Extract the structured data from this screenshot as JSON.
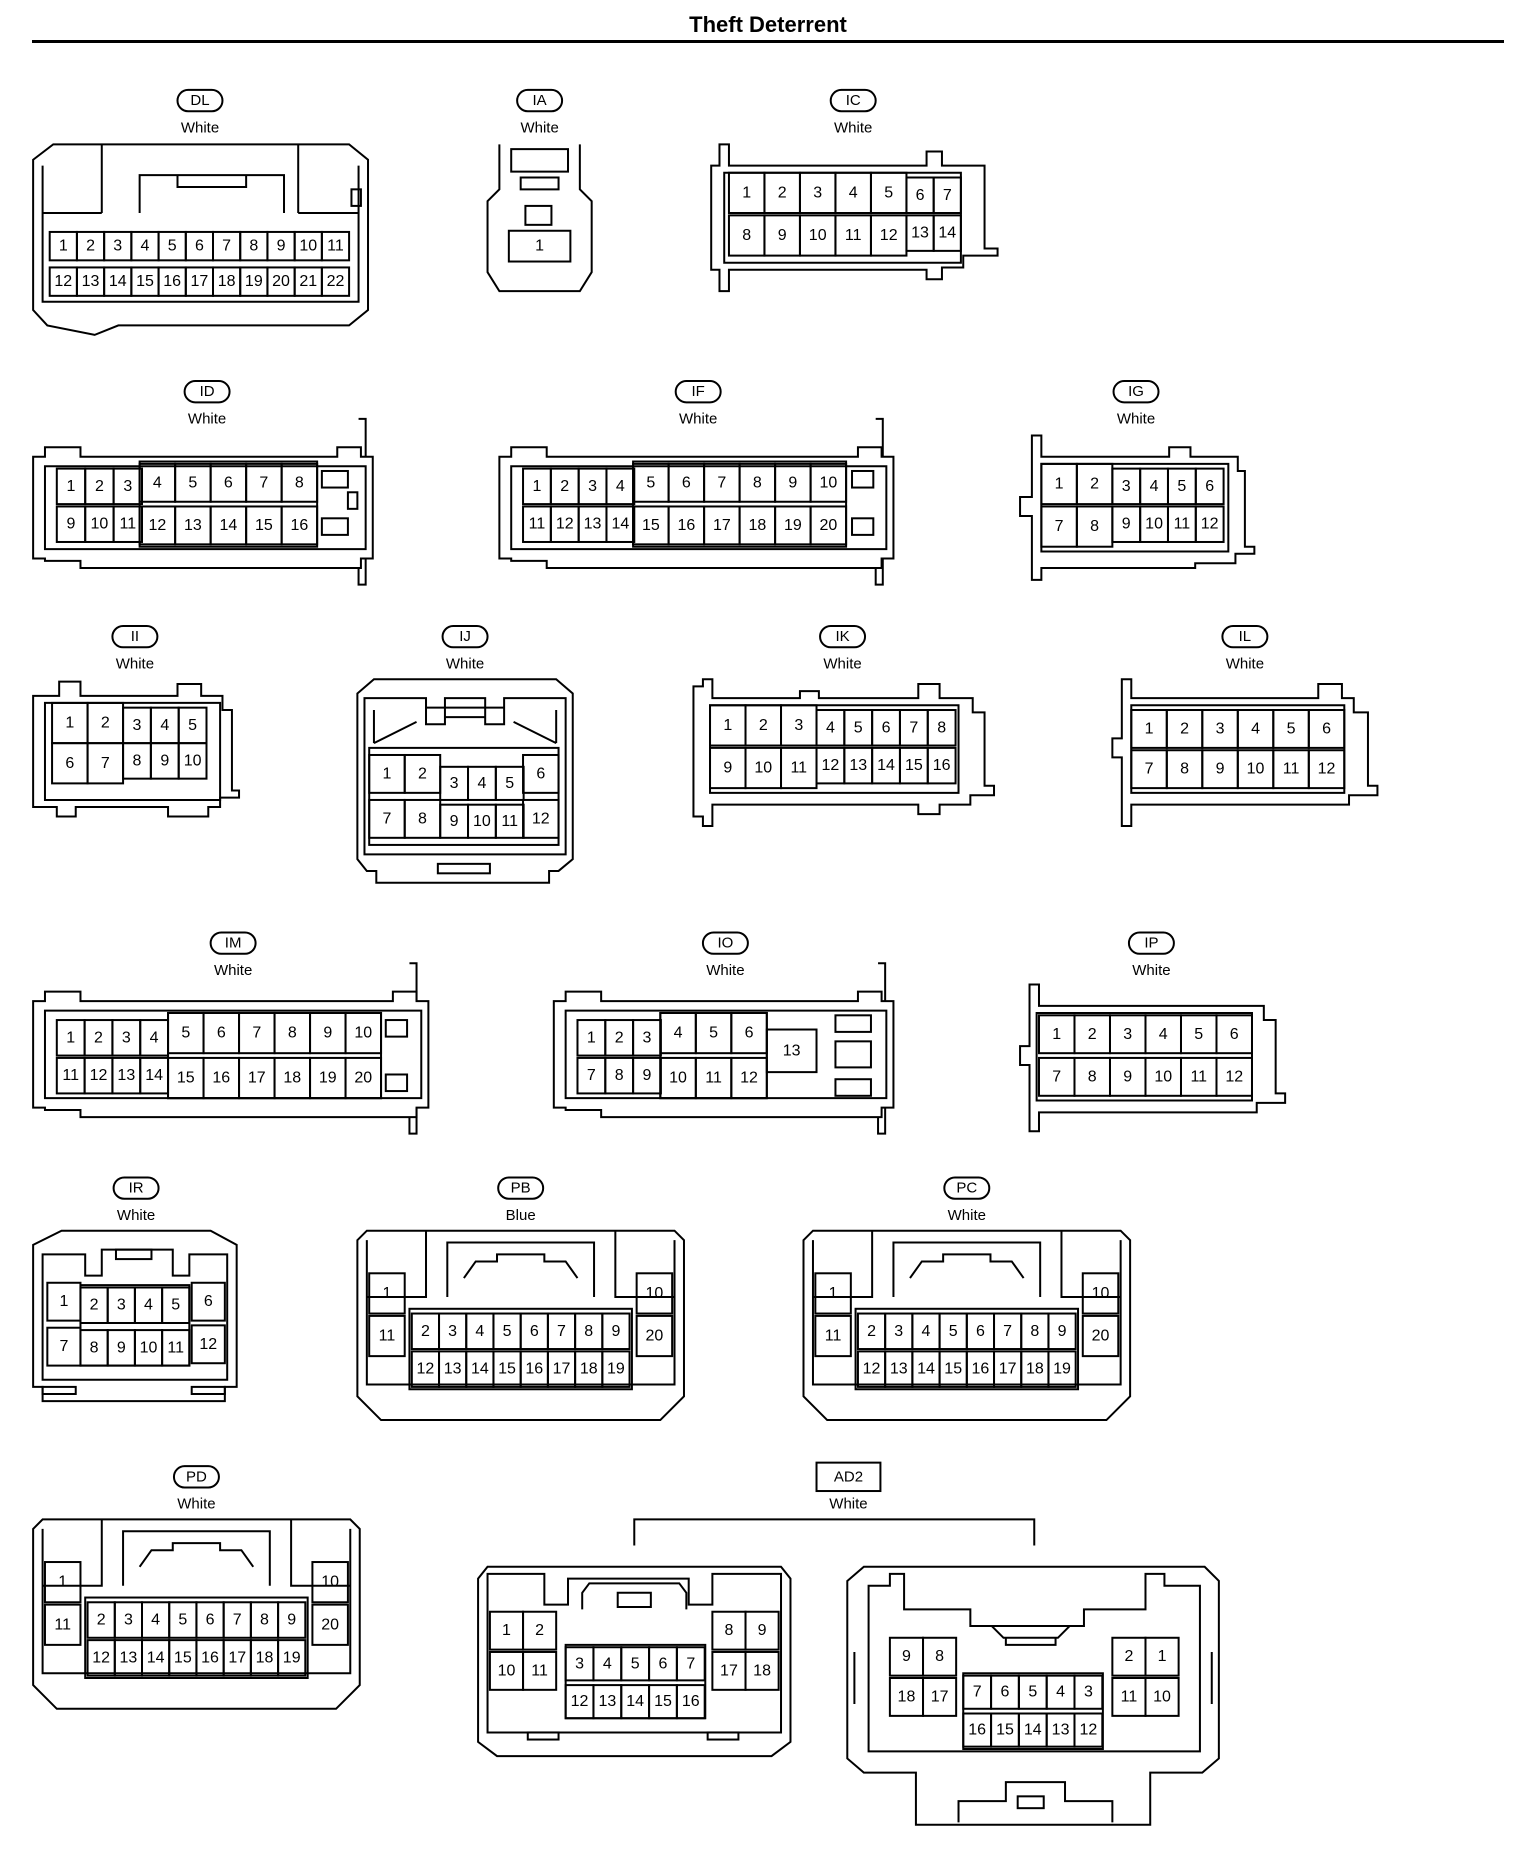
{
  "page": {
    "title": "Theft Deterrent"
  },
  "connectors": [
    {
      "id": "DL",
      "color": "White",
      "pins": [
        [
          "1",
          "2",
          "3",
          "4",
          "5",
          "6",
          "7",
          "8",
          "9",
          "10",
          "11"
        ],
        [
          "12",
          "13",
          "14",
          "15",
          "16",
          "17",
          "18",
          "19",
          "20",
          "21",
          "22"
        ]
      ]
    },
    {
      "id": "IA",
      "color": "White",
      "pins": [
        [
          "1"
        ]
      ]
    },
    {
      "id": "IC",
      "color": "White",
      "pins": [
        [
          "1",
          "2",
          "3",
          "4",
          "5",
          "6",
          "7"
        ],
        [
          "8",
          "9",
          "10",
          "11",
          "12",
          "13",
          "14"
        ]
      ]
    },
    {
      "id": "ID",
      "color": "White",
      "pins": [
        [
          "1",
          "2",
          "3",
          "4",
          "5",
          "6",
          "7",
          "8"
        ],
        [
          "9",
          "10",
          "11",
          "12",
          "13",
          "14",
          "15",
          "16"
        ]
      ]
    },
    {
      "id": "IF",
      "color": "White",
      "pins": [
        [
          "1",
          "2",
          "3",
          "4",
          "5",
          "6",
          "7",
          "8",
          "9",
          "10"
        ],
        [
          "11",
          "12",
          "13",
          "14",
          "15",
          "16",
          "17",
          "18",
          "19",
          "20"
        ]
      ]
    },
    {
      "id": "IG",
      "color": "White",
      "pins": [
        [
          "1",
          "2",
          "3",
          "4",
          "5",
          "6"
        ],
        [
          "7",
          "8",
          "9",
          "10",
          "11",
          "12"
        ]
      ]
    },
    {
      "id": "II",
      "color": "White",
      "pins": [
        [
          "1",
          "2",
          "3",
          "4",
          "5"
        ],
        [
          "6",
          "7",
          "8",
          "9",
          "10"
        ]
      ]
    },
    {
      "id": "IJ",
      "color": "White",
      "pins": [
        [
          "1",
          "2",
          "3",
          "4",
          "5",
          "6"
        ],
        [
          "7",
          "8",
          "9",
          "10",
          "11",
          "12"
        ]
      ]
    },
    {
      "id": "IK",
      "color": "White",
      "pins": [
        [
          "1",
          "2",
          "3",
          "4",
          "5",
          "6",
          "7",
          "8"
        ],
        [
          "9",
          "10",
          "11",
          "12",
          "13",
          "14",
          "15",
          "16"
        ]
      ]
    },
    {
      "id": "IL",
      "color": "White",
      "pins": [
        [
          "1",
          "2",
          "3",
          "4",
          "5",
          "6"
        ],
        [
          "7",
          "8",
          "9",
          "10",
          "11",
          "12"
        ]
      ]
    },
    {
      "id": "IM",
      "color": "White",
      "pins": [
        [
          "1",
          "2",
          "3",
          "4",
          "5",
          "6",
          "7",
          "8",
          "9",
          "10"
        ],
        [
          "11",
          "12",
          "13",
          "14",
          "15",
          "16",
          "17",
          "18",
          "19",
          "20"
        ]
      ]
    },
    {
      "id": "IO",
      "color": "White",
      "pins": [
        [
          "1",
          "2",
          "3",
          "4",
          "5",
          "6",
          "13"
        ],
        [
          "7",
          "8",
          "9",
          "10",
          "11",
          "12"
        ]
      ]
    },
    {
      "id": "IP",
      "color": "White",
      "pins": [
        [
          "1",
          "2",
          "3",
          "4",
          "5",
          "6"
        ],
        [
          "7",
          "8",
          "9",
          "10",
          "11",
          "12"
        ]
      ]
    },
    {
      "id": "IR",
      "color": "White",
      "pins": [
        [
          "1",
          "2",
          "3",
          "4",
          "5",
          "6"
        ],
        [
          "7",
          "8",
          "9",
          "10",
          "11",
          "12"
        ]
      ]
    },
    {
      "id": "PB",
      "color": "Blue",
      "pins": [
        [
          "1",
          "10",
          "11",
          "20"
        ],
        [
          "2",
          "3",
          "4",
          "5",
          "6",
          "7",
          "8",
          "9"
        ],
        [
          "12",
          "13",
          "14",
          "15",
          "16",
          "17",
          "18",
          "19"
        ]
      ]
    },
    {
      "id": "PC",
      "color": "White",
      "pins": [
        [
          "1",
          "10",
          "11",
          "20"
        ],
        [
          "2",
          "3",
          "4",
          "5",
          "6",
          "7",
          "8",
          "9"
        ],
        [
          "12",
          "13",
          "14",
          "15",
          "16",
          "17",
          "18",
          "19"
        ]
      ]
    },
    {
      "id": "PD",
      "color": "White",
      "pins": [
        [
          "1",
          "10",
          "11",
          "20"
        ],
        [
          "2",
          "3",
          "4",
          "5",
          "6",
          "7",
          "8",
          "9"
        ],
        [
          "12",
          "13",
          "14",
          "15",
          "16",
          "17",
          "18",
          "19"
        ]
      ]
    },
    {
      "id": "AD2",
      "color": "White",
      "pins": [
        [
          "1",
          "2",
          "8",
          "9",
          "10",
          "11",
          "17",
          "18",
          "3",
          "4",
          "5",
          "6",
          "7",
          "12",
          "13",
          "14",
          "15",
          "16"
        ],
        [
          "9",
          "8",
          "18",
          "17",
          "2",
          "1",
          "11",
          "10",
          "7",
          "6",
          "5",
          "4",
          "3",
          "16",
          "15",
          "14",
          "13",
          "12"
        ]
      ]
    }
  ]
}
